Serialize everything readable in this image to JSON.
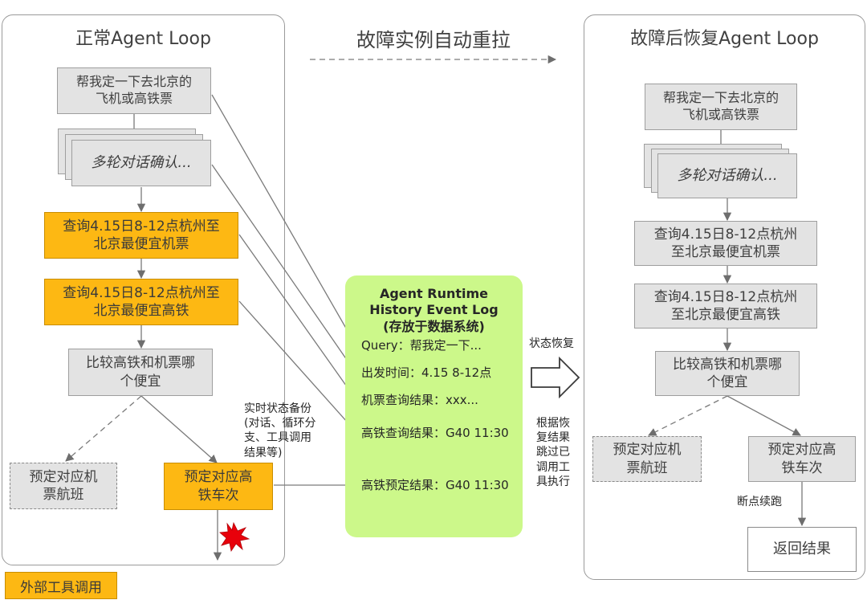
{
  "left_panel": {
    "title": "正常Agent Loop",
    "query_box": "帮我定一下去北京的\n飞机或高铁票",
    "dialog_box": "多轮对话确认...",
    "flight_query": "查询4.15日8-12点杭州至\n北京最便宜机票",
    "train_query": "查询4.15日8-12点杭州至\n北京最便宜高铁",
    "compare": "比较高铁和机票哪\n个便宜",
    "book_flight": "预定对应机\n票航班",
    "book_train": "预定对应高\n铁车次"
  },
  "middle": {
    "title": "故障实例自动重拉",
    "log": {
      "title_lines": [
        "Agent Runtime",
        "History Event Log",
        "(存放于数据系统)"
      ],
      "lines": [
        "Query：帮我定一下...",
        "出发时间：4.15 8-12点",
        "机票查询结果：xxx...",
        "高铁查询结果：G40 11:30",
        "高铁预定结果：G40 11:30"
      ]
    },
    "backup_note": "实时状态备份\n(对话、循环分\n支、工具调用\n结果等)",
    "restore_label": "状态恢复",
    "skip_note": "根据恢\n复结果\n跳过已\n调用工\n具执行"
  },
  "right_panel": {
    "title": "故障后恢复Agent Loop",
    "query_box": "帮我定一下去北京的\n飞机或高铁票",
    "dialog_box": "多轮对话确认...",
    "flight_query": "查询4.15日8-12点杭州\n至北京最便宜机票",
    "train_query": "查询4.15日8-12点杭州\n至北京最便宜高铁",
    "compare": "比较高铁和机票哪\n个便宜",
    "book_flight": "预定对应机\n票航班",
    "book_train": "预定对应高\n铁车次",
    "resume_label": "断点续跑",
    "return_result": "返回结果"
  },
  "legend": {
    "label": "外部工具调用",
    "color": "#fdb813"
  },
  "colors": {
    "orange": "#fdb813",
    "log_green": "#ccf88a",
    "box_gray": "#e3e3e3",
    "crash_red": "#e8000b"
  }
}
